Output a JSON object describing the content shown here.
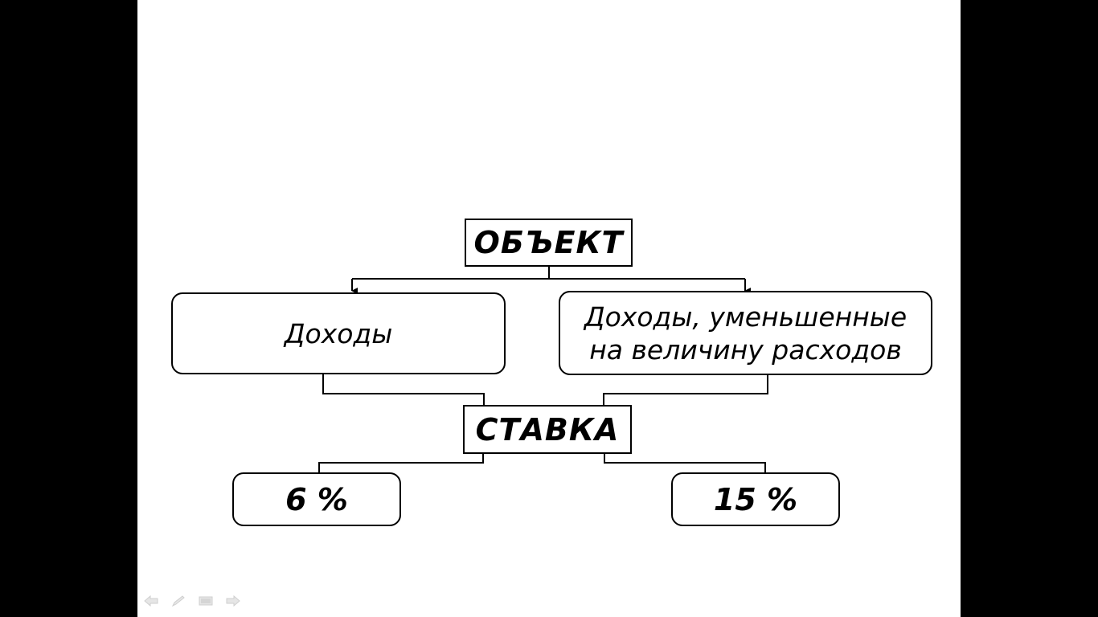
{
  "diagram": {
    "object_heading": "ОБЪЕКТ",
    "object_options": [
      {
        "label": "Доходы"
      },
      {
        "label": "Доходы, уменьшенные на величину расходов"
      }
    ],
    "rate_heading": "СТАВКА",
    "rates": [
      {
        "label": "6 %"
      },
      {
        "label": "15 %"
      }
    ]
  },
  "toolbar": {
    "icons": [
      "previous-slide-icon",
      "pen-icon",
      "slide-menu-icon",
      "next-slide-icon"
    ]
  },
  "colors": {
    "background": "#000000",
    "slide": "#ffffff",
    "stroke": "#000000",
    "toolbar_icon": "#d8d8d8"
  }
}
